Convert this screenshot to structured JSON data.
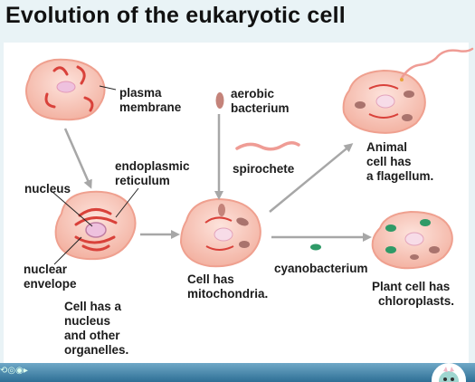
{
  "title": "Evolution of the eukaryotic cell",
  "labels": {
    "plasma_membrane": [
      "plasma",
      "membrane"
    ],
    "aerobic_bacterium": [
      "aerobic",
      "bacterium"
    ],
    "endoplasmic_reticulum": [
      "endoplasmic",
      "reticulum"
    ],
    "nucleus": "nucleus",
    "nuclear_envelope": [
      "nuclear",
      "envelope"
    ],
    "spirochete": "spirochete",
    "cyanobacterium": "cyanobacterium"
  },
  "captions": {
    "cell_nucleus": [
      "Cell has a",
      "nucleus",
      "and other",
      "organelles."
    ],
    "cell_mito": [
      "Cell has",
      "mitochondria."
    ],
    "animal_cell": [
      "Animal",
      "cell has",
      "a flagellum."
    ],
    "plant_cell": [
      "Plant cell has",
      "chloroplasts."
    ]
  },
  "colors": {
    "cell_fill": "#f6c6ba",
    "cell_edge": "#f1a795",
    "membrane_red": "#d9413a",
    "chloroplast": "#2f9a67",
    "arrow": "#a7a7a7"
  },
  "player_controls": "⟲◎◉▸"
}
